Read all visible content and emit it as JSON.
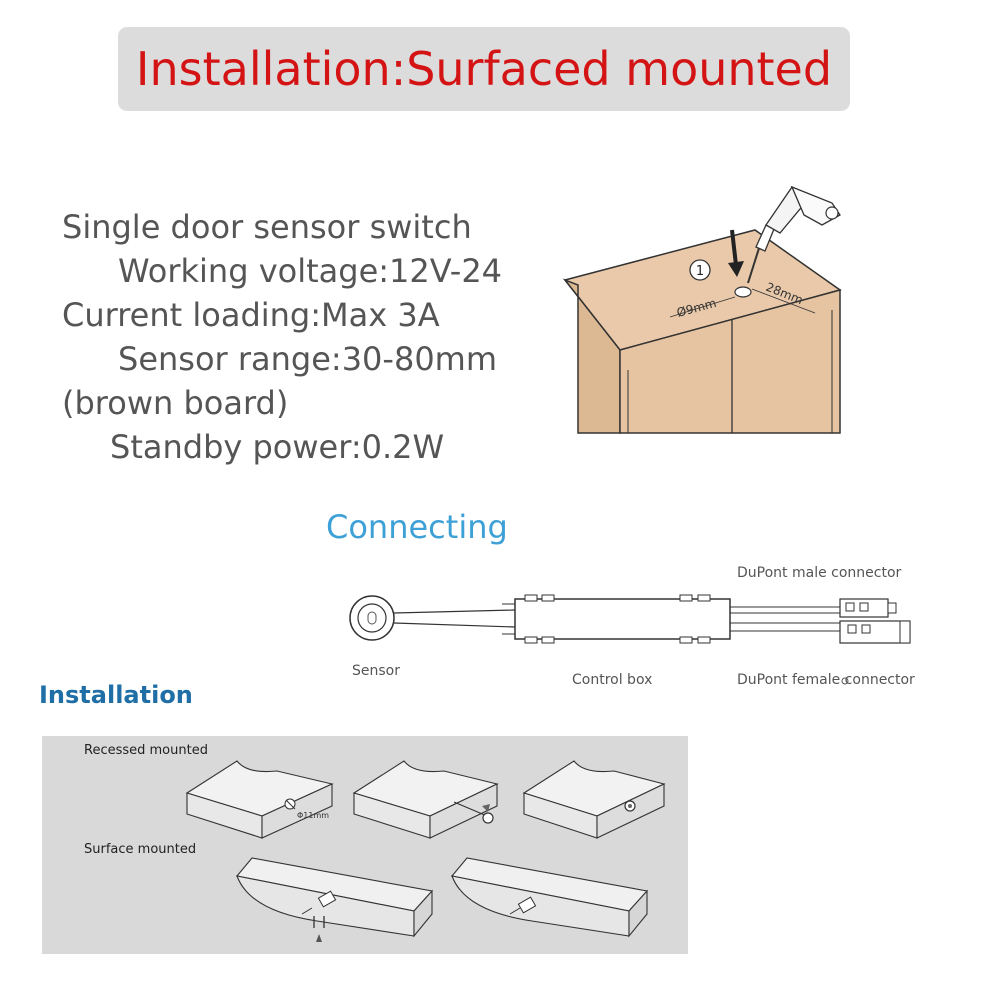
{
  "banner": {
    "title": "Installation:Surfaced mounted"
  },
  "specs": {
    "lines": [
      "Single door sensor switch",
      "Working voltage:12V-24",
      "Current loading:Max 3A",
      "Sensor range:30-80mm",
      "(brown board)",
      "Standby power:0.2W"
    ]
  },
  "cabinet": {
    "step_number": "1",
    "hole_diameter": "Ø9mm",
    "edge_distance": "28mm",
    "colors": {
      "board": "#e9c9a9",
      "board_dark": "#dcb893",
      "line": "#333333"
    }
  },
  "connecting": {
    "title": "Connecting",
    "labels": {
      "male": "DuPont male connector",
      "sensor": "Sensor",
      "control_box": "Control box",
      "female": "DuPont female connector"
    }
  },
  "installation": {
    "title": "Installation",
    "recessed_label": "Recessed mounted",
    "surface_label": "Surface mounted",
    "hole_label": "Φ11mm"
  },
  "colors": {
    "banner_bg": "#dcdcdc",
    "banner_text": "#d41414",
    "spec_text": "#555555",
    "connecting_title": "#3da0d6",
    "installation_title": "#1f6fa6",
    "panel_bg": "#d9d9d9"
  }
}
